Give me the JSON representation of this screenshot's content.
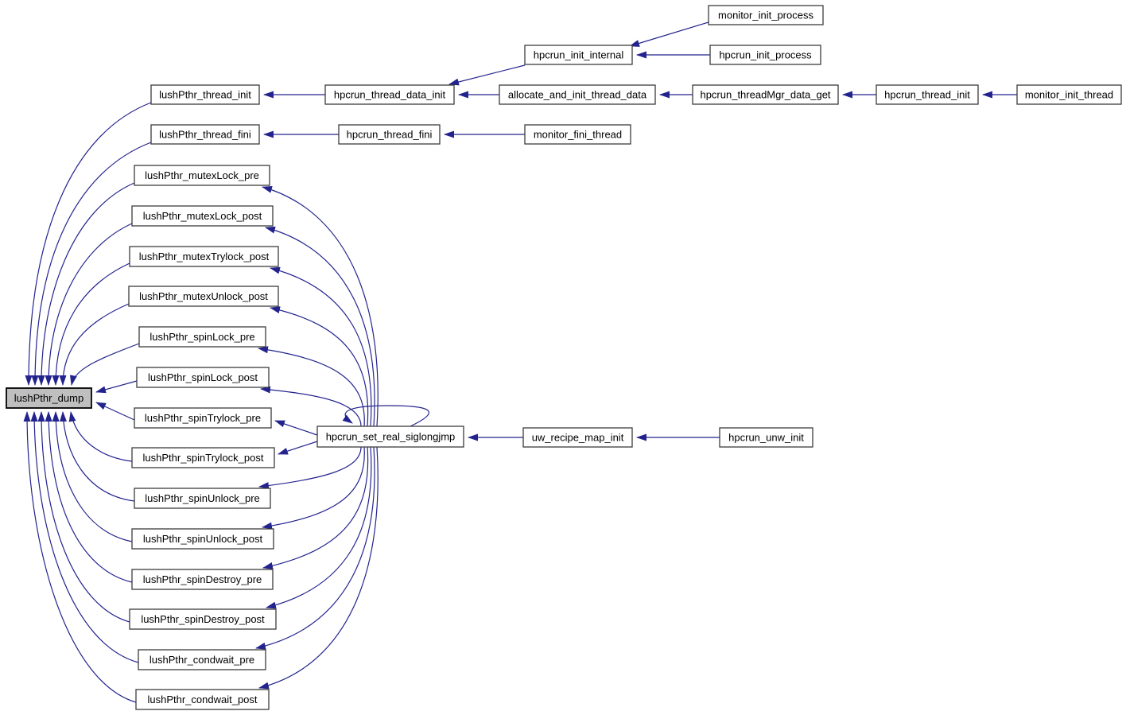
{
  "diagram": {
    "type": "call-graph",
    "colors": {
      "edge": "#23238e",
      "node_fill": "#ffffff",
      "node_border": "#3c3c3c",
      "highlight_fill": "#bfbfbf",
      "background": "#ffffff"
    },
    "nodes": [
      {
        "id": "monitor_init_process",
        "label": "monitor_init_process",
        "highlighted": false
      },
      {
        "id": "hpcrun_init_internal",
        "label": "hpcrun_init_internal",
        "highlighted": false
      },
      {
        "id": "hpcrun_init_process",
        "label": "hpcrun_init_process",
        "highlighted": false
      },
      {
        "id": "lushPthr_thread_init",
        "label": "lushPthr_thread_init",
        "highlighted": false
      },
      {
        "id": "hpcrun_thread_data_init",
        "label": "hpcrun_thread_data_init",
        "highlighted": false
      },
      {
        "id": "allocate_and_init_thread_data",
        "label": "allocate_and_init_thread_data",
        "highlighted": false
      },
      {
        "id": "hpcrun_threadMgr_data_get",
        "label": "hpcrun_threadMgr_data_get",
        "highlighted": false
      },
      {
        "id": "hpcrun_thread_init",
        "label": "hpcrun_thread_init",
        "highlighted": false
      },
      {
        "id": "monitor_init_thread",
        "label": "monitor_init_thread",
        "highlighted": false
      },
      {
        "id": "lushPthr_thread_fini",
        "label": "lushPthr_thread_fini",
        "highlighted": false
      },
      {
        "id": "hpcrun_thread_fini",
        "label": "hpcrun_thread_fini",
        "highlighted": false
      },
      {
        "id": "monitor_fini_thread",
        "label": "monitor_fini_thread",
        "highlighted": false
      },
      {
        "id": "lushPthr_mutexLock_pre",
        "label": "lushPthr_mutexLock_pre",
        "highlighted": false
      },
      {
        "id": "lushPthr_mutexLock_post",
        "label": "lushPthr_mutexLock_post",
        "highlighted": false
      },
      {
        "id": "lushPthr_mutexTrylock_post",
        "label": "lushPthr_mutexTrylock_post",
        "highlighted": false
      },
      {
        "id": "lushPthr_mutexUnlock_post",
        "label": "lushPthr_mutexUnlock_post",
        "highlighted": false
      },
      {
        "id": "lushPthr_spinLock_pre",
        "label": "lushPthr_spinLock_pre",
        "highlighted": false
      },
      {
        "id": "lushPthr_spinLock_post",
        "label": "lushPthr_spinLock_post",
        "highlighted": false
      },
      {
        "id": "lushPthr_spinTrylock_pre",
        "label": "lushPthr_spinTrylock_pre",
        "highlighted": false
      },
      {
        "id": "lushPthr_spinTrylock_post",
        "label": "lushPthr_spinTrylock_post",
        "highlighted": false
      },
      {
        "id": "lushPthr_spinUnlock_pre",
        "label": "lushPthr_spinUnlock_pre",
        "highlighted": false
      },
      {
        "id": "lushPthr_spinUnlock_post",
        "label": "lushPthr_spinUnlock_post",
        "highlighted": false
      },
      {
        "id": "lushPthr_spinDestroy_pre",
        "label": "lushPthr_spinDestroy_pre",
        "highlighted": false
      },
      {
        "id": "lushPthr_spinDestroy_post",
        "label": "lushPthr_spinDestroy_post",
        "highlighted": false
      },
      {
        "id": "lushPthr_condwait_pre",
        "label": "lushPthr_condwait_pre",
        "highlighted": false
      },
      {
        "id": "lushPthr_condwait_post",
        "label": "lushPthr_condwait_post",
        "highlighted": false
      },
      {
        "id": "lushPthr_dump",
        "label": "lushPthr_dump",
        "highlighted": true
      },
      {
        "id": "hpcrun_set_real_siglongjmp",
        "label": "hpcrun_set_real_siglongjmp",
        "highlighted": false
      },
      {
        "id": "uw_recipe_map_init",
        "label": "uw_recipe_map_init",
        "highlighted": false
      },
      {
        "id": "hpcrun_unw_init",
        "label": "hpcrun_unw_init",
        "highlighted": false
      }
    ],
    "edges": [
      {
        "from": "monitor_init_process",
        "to": "hpcrun_init_internal"
      },
      {
        "from": "hpcrun_init_process",
        "to": "hpcrun_init_internal"
      },
      {
        "from": "hpcrun_init_internal",
        "to": "hpcrun_thread_data_init"
      },
      {
        "from": "allocate_and_init_thread_data",
        "to": "hpcrun_thread_data_init"
      },
      {
        "from": "hpcrun_thread_data_init",
        "to": "lushPthr_thread_init"
      },
      {
        "from": "hpcrun_threadMgr_data_get",
        "to": "allocate_and_init_thread_data"
      },
      {
        "from": "hpcrun_thread_init",
        "to": "hpcrun_threadMgr_data_get"
      },
      {
        "from": "monitor_init_thread",
        "to": "hpcrun_thread_init"
      },
      {
        "from": "monitor_fini_thread",
        "to": "hpcrun_thread_fini"
      },
      {
        "from": "hpcrun_thread_fini",
        "to": "lushPthr_thread_fini"
      },
      {
        "from": "lushPthr_thread_init",
        "to": "lushPthr_dump"
      },
      {
        "from": "lushPthr_thread_fini",
        "to": "lushPthr_dump"
      },
      {
        "from": "lushPthr_mutexLock_pre",
        "to": "lushPthr_dump"
      },
      {
        "from": "lushPthr_mutexLock_post",
        "to": "lushPthr_dump"
      },
      {
        "from": "lushPthr_mutexTrylock_post",
        "to": "lushPthr_dump"
      },
      {
        "from": "lushPthr_mutexUnlock_post",
        "to": "lushPthr_dump"
      },
      {
        "from": "lushPthr_spinLock_pre",
        "to": "lushPthr_dump"
      },
      {
        "from": "lushPthr_spinLock_post",
        "to": "lushPthr_dump"
      },
      {
        "from": "lushPthr_spinTrylock_pre",
        "to": "lushPthr_dump"
      },
      {
        "from": "lushPthr_spinTrylock_post",
        "to": "lushPthr_dump"
      },
      {
        "from": "lushPthr_spinUnlock_pre",
        "to": "lushPthr_dump"
      },
      {
        "from": "lushPthr_spinUnlock_post",
        "to": "lushPthr_dump"
      },
      {
        "from": "lushPthr_spinDestroy_pre",
        "to": "lushPthr_dump"
      },
      {
        "from": "lushPthr_spinDestroy_post",
        "to": "lushPthr_dump"
      },
      {
        "from": "lushPthr_condwait_pre",
        "to": "lushPthr_dump"
      },
      {
        "from": "lushPthr_condwait_post",
        "to": "lushPthr_dump"
      },
      {
        "from": "hpcrun_set_real_siglongjmp",
        "to": "lushPthr_mutexLock_pre"
      },
      {
        "from": "hpcrun_set_real_siglongjmp",
        "to": "lushPthr_mutexLock_post"
      },
      {
        "from": "hpcrun_set_real_siglongjmp",
        "to": "lushPthr_mutexTrylock_post"
      },
      {
        "from": "hpcrun_set_real_siglongjmp",
        "to": "lushPthr_mutexUnlock_post"
      },
      {
        "from": "hpcrun_set_real_siglongjmp",
        "to": "lushPthr_spinLock_pre"
      },
      {
        "from": "hpcrun_set_real_siglongjmp",
        "to": "lushPthr_spinLock_post"
      },
      {
        "from": "hpcrun_set_real_siglongjmp",
        "to": "lushPthr_spinTrylock_pre"
      },
      {
        "from": "hpcrun_set_real_siglongjmp",
        "to": "lushPthr_spinTrylock_post"
      },
      {
        "from": "hpcrun_set_real_siglongjmp",
        "to": "lushPthr_spinUnlock_pre"
      },
      {
        "from": "hpcrun_set_real_siglongjmp",
        "to": "lushPthr_spinUnlock_post"
      },
      {
        "from": "hpcrun_set_real_siglongjmp",
        "to": "lushPthr_spinDestroy_pre"
      },
      {
        "from": "hpcrun_set_real_siglongjmp",
        "to": "lushPthr_spinDestroy_post"
      },
      {
        "from": "hpcrun_set_real_siglongjmp",
        "to": "lushPthr_condwait_pre"
      },
      {
        "from": "hpcrun_set_real_siglongjmp",
        "to": "lushPthr_condwait_post"
      },
      {
        "from": "hpcrun_set_real_siglongjmp",
        "to": "hpcrun_set_real_siglongjmp"
      },
      {
        "from": "uw_recipe_map_init",
        "to": "hpcrun_set_real_siglongjmp"
      },
      {
        "from": "hpcrun_unw_init",
        "to": "uw_recipe_map_init"
      }
    ]
  }
}
